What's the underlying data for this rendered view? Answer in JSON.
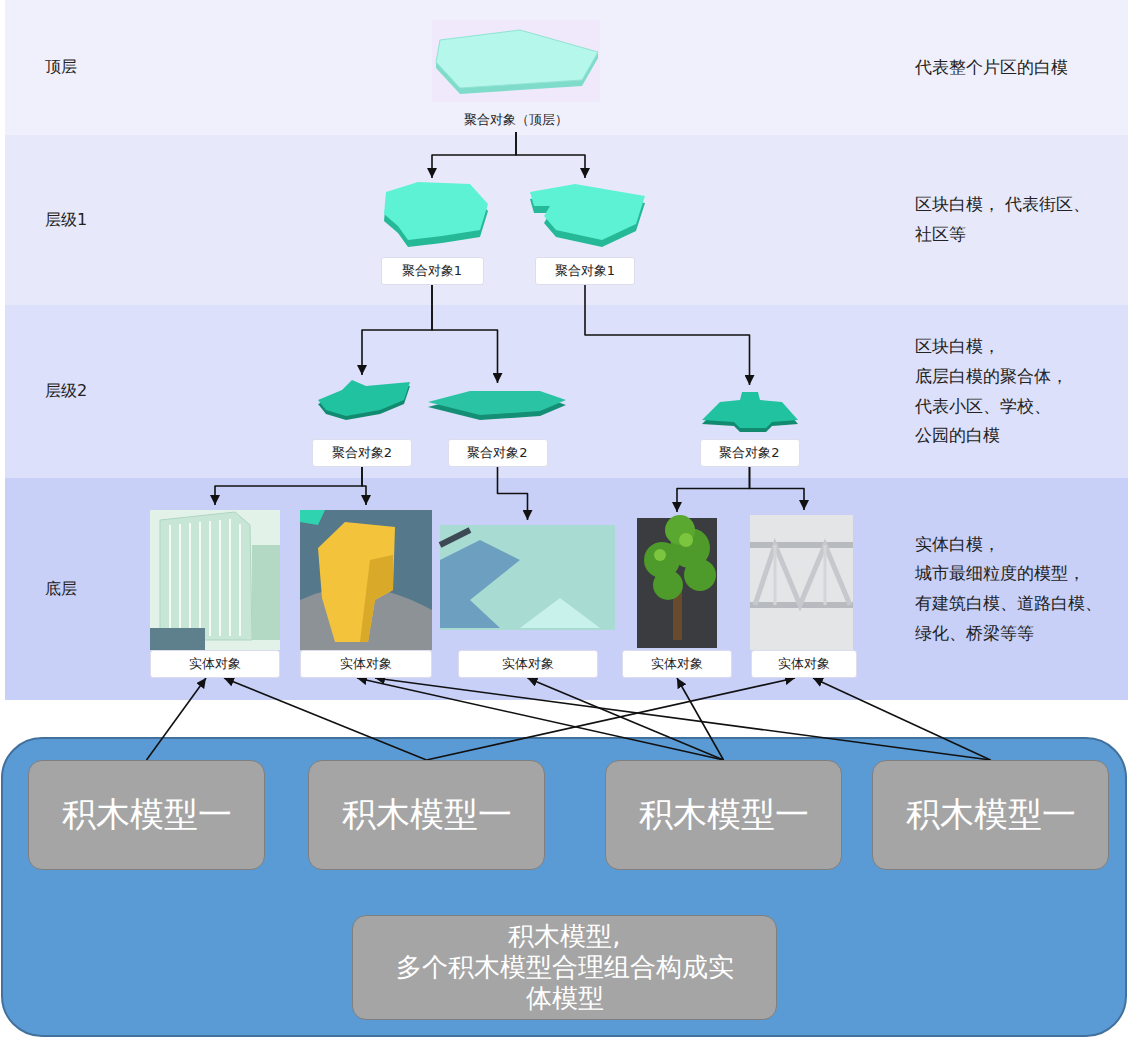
{
  "diagram": {
    "nodes": [
      {
        "text": [
          "顶层",
          "代表整个片区的白模"
        ]
      },
      {
        "text": [
          "聚合对象（顶层）"
        ],
        "in": 0
      },
      {
        "text": [
          "层级1",
          "区块白模， 代表街区、社区等"
        ]
      },
      {
        "text": [
          "聚合对象1"
        ],
        "in": 2
      },
      {
        "text": [
          "聚合对象1"
        ],
        "in": 2
      },
      {
        "text": [
          "层级2",
          "区块白模， 底层白模的聚合体， 代表小区、学校、 公园的白模"
        ]
      },
      {
        "text": [
          "聚合对象2"
        ],
        "in": 5
      },
      {
        "text": [
          "聚合对象2"
        ],
        "in": 5
      },
      {
        "text": [
          "聚合对象2"
        ],
        "in": 5
      },
      {
        "text": [
          "底层",
          "实体白模， 城市最细粒度的模型， 有建筑白模、道路白模、 绿化、桥梁等等"
        ]
      },
      {
        "text": [
          "实体对象"
        ],
        "in": 9
      },
      {
        "text": [
          "实体对象"
        ],
        "in": 9
      },
      {
        "text": [
          "实体对象"
        ],
        "in": 9
      },
      {
        "text": [
          "实体对象"
        ],
        "in": 9
      },
      {
        "text": [
          "实体对象"
        ],
        "in": 9
      },
      {
        "text": [
          "积木模型一"
        ]
      },
      {
        "text": [
          "积木模型一"
        ]
      },
      {
        "text": [
          "积木模型一"
        ]
      },
      {
        "text": [
          "积木模型一"
        ]
      },
      {
        "text": [
          "积木模型,",
          "多个积木模型合理组合构成实体模型"
        ]
      }
    ],
    "edges": [
      {
        "from": 1,
        "to": 3,
        "arrow": "to"
      },
      {
        "from": 1,
        "to": 4,
        "arrow": "to"
      },
      {
        "from": 3,
        "to": 6,
        "arrow": "to"
      },
      {
        "from": 3,
        "to": 7,
        "arrow": "to"
      },
      {
        "from": 4,
        "to": 8,
        "arrow": "to"
      },
      {
        "from": 6,
        "to": 10,
        "arrow": "to"
      },
      {
        "from": 6,
        "to": 11,
        "arrow": "to"
      },
      {
        "from": 7,
        "to": 12,
        "arrow": "to"
      },
      {
        "from": 8,
        "to": 13,
        "arrow": "to"
      },
      {
        "from": 8,
        "to": 14,
        "arrow": "to"
      },
      {
        "from": 15,
        "to": 10,
        "arrow": "to"
      },
      {
        "from": 16,
        "to": 10,
        "arrow": "to"
      },
      {
        "from": 16,
        "to": 14,
        "arrow": "to"
      },
      {
        "from": 17,
        "to": 11,
        "arrow": "to"
      },
      {
        "from": 17,
        "to": 12,
        "arrow": "to"
      },
      {
        "from": 17,
        "to": 13,
        "arrow": "to"
      },
      {
        "from": 18,
        "to": 11,
        "arrow": "to"
      },
      {
        "from": 18,
        "to": 14,
        "arrow": "to"
      }
    ]
  }
}
